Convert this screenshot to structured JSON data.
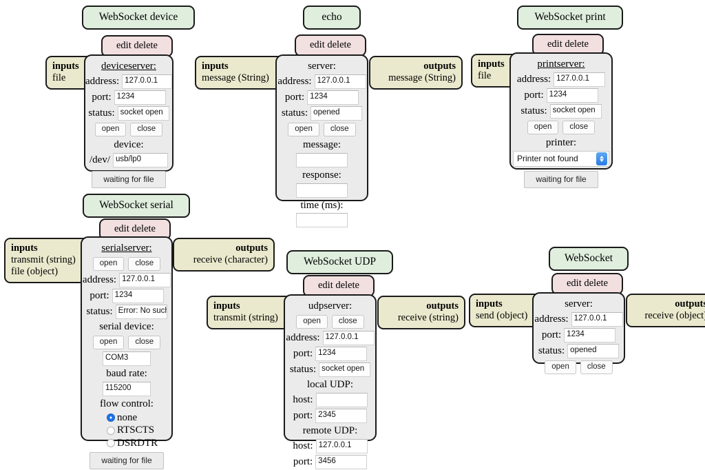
{
  "palette": {
    "title_bg": "#dfeedd",
    "editdelete_bg": "#f2dfe0",
    "port_bg": "#ebe9cd",
    "card_bg": "#ebebeb",
    "border": "#1a1a1a",
    "accent_blue": "#1a73e8"
  },
  "common": {
    "edit_delete": "edit delete",
    "open": "open",
    "close": "close",
    "inputs_heading": "inputs",
    "outputs_heading": "outputs",
    "address_label": "address:",
    "port_label": "port:",
    "status_label": "status:",
    "host_label": "host:"
  },
  "nodes": [
    {
      "id": "websocket-device",
      "title": "WebSocket device",
      "edit_delete": "edit delete",
      "inputs": {
        "heading": "inputs",
        "lines": [
          "file"
        ]
      },
      "outputs": null,
      "body": {
        "section": "deviceserver:",
        "address_label": "address:",
        "address": "127.0.0.1",
        "port_label": "port:",
        "port": "1234",
        "status_label": "status:",
        "status": "socket open",
        "open": "open",
        "close": "close",
        "device_section": "device:",
        "device_prefix": "/dev/",
        "device": "usb/lp0",
        "file_button": "waiting for file"
      }
    },
    {
      "id": "echo",
      "title": "echo",
      "edit_delete": "edit delete",
      "inputs": {
        "heading": "inputs",
        "lines": [
          "message (String)"
        ]
      },
      "outputs": {
        "heading": "outputs",
        "lines": [
          "message (String)"
        ]
      },
      "body": {
        "section": "server:",
        "address_label": "address:",
        "address": "127.0.0.1",
        "port_label": "port:",
        "port": "1234",
        "status_label": "status:",
        "status": "opened",
        "open": "open",
        "close": "close",
        "message_section": "message:",
        "message": "",
        "response_section": "response:",
        "response": "",
        "time_section": "time (ms):",
        "time": ""
      }
    },
    {
      "id": "websocket-print",
      "title": "WebSocket print",
      "edit_delete": "edit delete",
      "inputs": {
        "heading": "inputs",
        "lines": [
          "file"
        ]
      },
      "outputs": null,
      "body": {
        "section": "printserver:",
        "address_label": "address:",
        "address": "127.0.0.1",
        "port_label": "port:",
        "port": "1234",
        "status_label": "status:",
        "status": "socket open",
        "open": "open",
        "close": "close",
        "printer_section": "printer:",
        "printer_selected": "Printer not found",
        "file_button": "waiting for file"
      }
    },
    {
      "id": "websocket-serial",
      "title": "WebSocket serial",
      "edit_delete": "edit delete",
      "inputs": {
        "heading": "inputs",
        "lines": [
          "transmit (string)",
          "file (object)"
        ]
      },
      "outputs": {
        "heading": "outputs",
        "lines": [
          "receive (character)"
        ]
      },
      "body": {
        "section": "serialserver:",
        "open": "open",
        "close": "close",
        "address_label": "address:",
        "address": "127.0.0.1",
        "port_label": "port:",
        "port": "1234",
        "status_label": "status:",
        "status": "Error: No such",
        "device_section": "serial device:",
        "device_open": "open",
        "device_close": "close",
        "device": "COM3",
        "baud_section": "baud rate:",
        "baud": "115200",
        "flow_section": "flow control:",
        "flow_options": [
          "none",
          "RTSCTS",
          "DSRDTR"
        ],
        "flow_selected": "none",
        "file_button": "waiting for file"
      }
    },
    {
      "id": "websocket-udp",
      "title": "WebSocket UDP",
      "edit_delete": "edit delete",
      "inputs": {
        "heading": "inputs",
        "lines": [
          "transmit (string)"
        ]
      },
      "outputs": {
        "heading": "outputs",
        "lines": [
          "receive (string)"
        ]
      },
      "body": {
        "section": "udpserver:",
        "open": "open",
        "close": "close",
        "address_label": "address:",
        "address": "127.0.0.1",
        "port_label": "port:",
        "port": "1234",
        "status_label": "status:",
        "status": "socket open",
        "local_section": "local UDP:",
        "local_host_label": "host:",
        "local_host": "",
        "local_port_label": "port:",
        "local_port": "2345",
        "remote_section": "remote UDP:",
        "remote_host_label": "host:",
        "remote_host": "127.0.0.1",
        "remote_port_label": "port:",
        "remote_port": "3456"
      }
    },
    {
      "id": "websocket",
      "title": "WebSocket",
      "edit_delete": "edit delete",
      "inputs": {
        "heading": "inputs",
        "lines": [
          "send (object)"
        ]
      },
      "outputs": {
        "heading": "outputs",
        "lines": [
          "receive (object)"
        ]
      },
      "body": {
        "section": "server:",
        "address_label": "address:",
        "address": "127.0.0.1",
        "port_label": "port:",
        "port": "1234",
        "status_label": "status:",
        "status": "opened",
        "open": "open",
        "close": "close"
      }
    }
  ]
}
